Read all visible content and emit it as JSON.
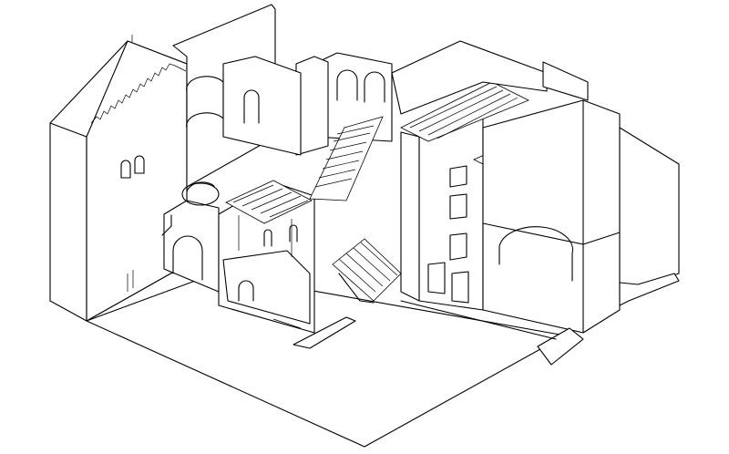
{
  "drawing": {
    "kind": "axonometric architectural cutaway",
    "colors": {
      "line": "#000000",
      "background": "#ffffff"
    },
    "structures": [
      {
        "id": "church",
        "icon": "church-facade-icon"
      },
      {
        "id": "round-arch-chapel",
        "icon": "arch-icon"
      },
      {
        "id": "central-courtyard",
        "icon": "courtyard-icon"
      },
      {
        "id": "main-staircase",
        "icon": "staircase-icon"
      },
      {
        "id": "lower-staircase",
        "icon": "staircase-icon"
      },
      {
        "id": "timber-roof-frame",
        "icon": "roof-beams-icon"
      },
      {
        "id": "tall-house",
        "icon": "tower-house-icon"
      },
      {
        "id": "east-wing",
        "icon": "building-icon"
      }
    ]
  }
}
